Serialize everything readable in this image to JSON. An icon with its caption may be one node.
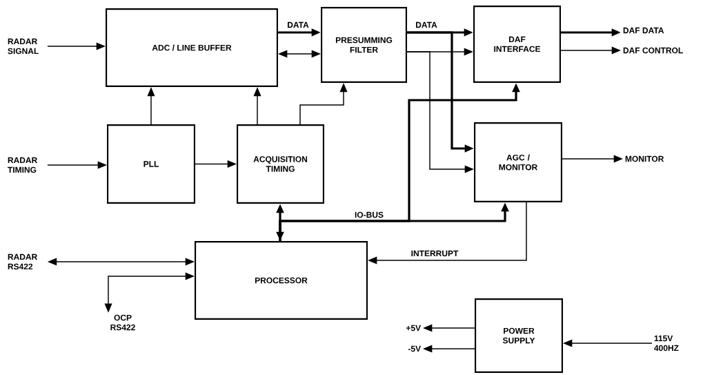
{
  "diagram": {
    "nodes": [
      {
        "text": [
          "ADC / LINE BUFFER"
        ]
      },
      {
        "text": [
          "PRESUMMING FILTER"
        ]
      },
      {
        "text": [
          "DAF INTERFACE"
        ]
      },
      {
        "text": [
          "PLL"
        ]
      },
      {
        "text": [
          "ACQUISITION TIMING"
        ]
      },
      {
        "text": [
          "AGC / MONITOR"
        ]
      },
      {
        "text": [
          "PROCESSOR"
        ]
      },
      {
        "text": [
          "POWER SUPPLY"
        ]
      },
      {
        "text": [
          "RADAR SIGNAL"
        ]
      },
      {
        "text": [
          "RADAR TIMING"
        ]
      },
      {
        "text": [
          "RADAR RS422"
        ]
      },
      {
        "text": [
          "OCP RS422"
        ]
      },
      {
        "text": [
          "DAF DATA"
        ]
      },
      {
        "text": [
          "DAF CONTROL"
        ]
      },
      {
        "text": [
          "MONITOR"
        ]
      },
      {
        "text": [
          "+5V"
        ]
      },
      {
        "text": [
          "-5V"
        ]
      },
      {
        "text": [
          "115V 400HZ"
        ]
      }
    ],
    "edges": [
      {
        "from": 8,
        "to": 0,
        "arrow": "to"
      },
      {
        "from": 9,
        "to": 3,
        "arrow": "to"
      },
      {
        "from": 3,
        "to": 0,
        "arrow": "to"
      },
      {
        "from": 3,
        "to": 4,
        "arrow": "to"
      },
      {
        "from": 4,
        "to": 0,
        "arrow": "to"
      },
      {
        "from": 4,
        "to": 1,
        "arrow": "to"
      },
      {
        "from": 0,
        "to": 1,
        "arrow": "to",
        "label": "DATA",
        "style": "thick"
      },
      {
        "from": 0,
        "to": 1,
        "arrow": "both"
      },
      {
        "from": 1,
        "to": 2,
        "arrow": "to",
        "label": "DATA",
        "style": "thick"
      },
      {
        "from": 1,
        "to": 5,
        "arrow": "to",
        "style": "thick"
      },
      {
        "from": 1,
        "to": 2,
        "arrow": "to"
      },
      {
        "from": 1,
        "to": 5,
        "arrow": "to"
      },
      {
        "from": 2,
        "to": 12,
        "arrow": "to",
        "style": "thick"
      },
      {
        "from": 2,
        "to": 13,
        "arrow": "to"
      },
      {
        "from": 5,
        "to": 14,
        "arrow": "to"
      },
      {
        "from": 6,
        "to": 4,
        "arrow": "both",
        "style": "thick"
      },
      {
        "from": 6,
        "to": 5,
        "arrow": "to",
        "label": "IO-BUS",
        "style": "thick"
      },
      {
        "from": 6,
        "to": 2,
        "arrow": "to",
        "style": "thick"
      },
      {
        "from": 5,
        "to": 6,
        "arrow": "to",
        "label": "INTERRUPT"
      },
      {
        "from": 10,
        "to": 6,
        "arrow": "both"
      },
      {
        "from": 6,
        "to": 11,
        "arrow": "both"
      },
      {
        "from": 17,
        "to": 7,
        "arrow": "to"
      },
      {
        "from": 7,
        "to": 15,
        "arrow": "to"
      },
      {
        "from": 7,
        "to": 16,
        "arrow": "to"
      }
    ]
  }
}
